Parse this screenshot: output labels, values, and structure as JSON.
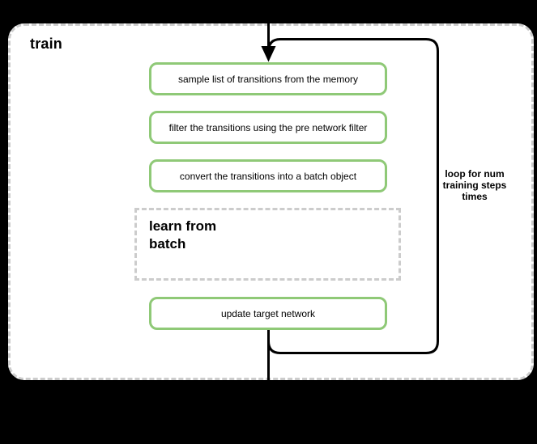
{
  "diagram": {
    "title": "train",
    "loop_annotation": "loop for num\ntraining steps\ntimes",
    "nodes": [
      {
        "name": "sample-transitions",
        "label": "sample list of transitions from the memory",
        "style": "solid-green"
      },
      {
        "name": "filter-transitions",
        "label": "filter the transitions using the pre network filter",
        "style": "solid-green"
      },
      {
        "name": "convert-to-batch",
        "label": "convert the transitions into a batch object",
        "style": "solid-green"
      },
      {
        "name": "learn-from-batch",
        "label": "learn from\nbatch",
        "style": "dashed-gray"
      },
      {
        "name": "update-target-network",
        "label": "update target network",
        "style": "solid-green"
      }
    ],
    "colors": {
      "background": "#000000",
      "container_fill": "#ffffff",
      "container_border": "#cccccc",
      "node_border": "#8fc977",
      "flow_line": "#000000",
      "text": "#000000"
    }
  }
}
